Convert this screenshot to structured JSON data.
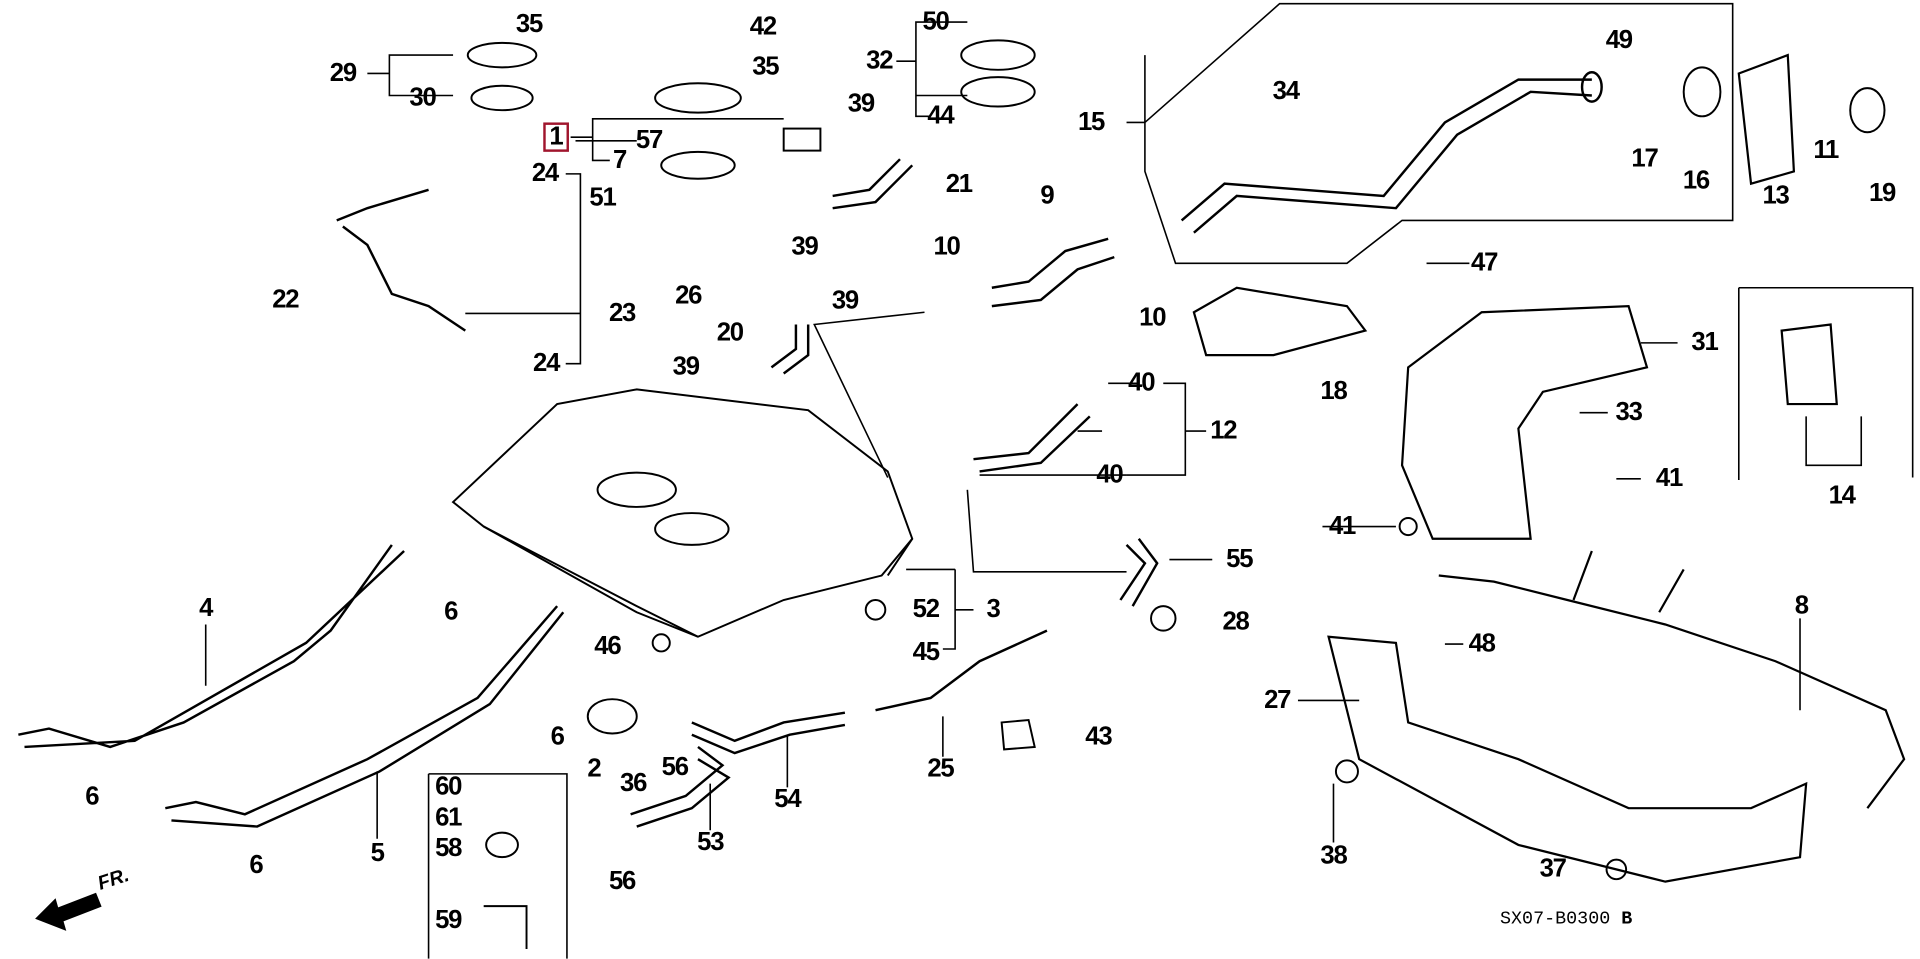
{
  "diagram_code": "SX07-B0300",
  "diagram_revision": "B",
  "front_indicator": "FR.",
  "highlight_color": "#a0152d",
  "callouts": [
    {
      "id": "c35a",
      "text": "35"
    },
    {
      "id": "c42",
      "text": "42"
    },
    {
      "id": "c50",
      "text": "50"
    },
    {
      "id": "c29",
      "text": "29"
    },
    {
      "id": "c35b",
      "text": "35"
    },
    {
      "id": "c32",
      "text": "32"
    },
    {
      "id": "c30",
      "text": "30"
    },
    {
      "id": "c44",
      "text": "44"
    },
    {
      "id": "c1",
      "text": "1",
      "highlighted": true
    },
    {
      "id": "c57",
      "text": "57"
    },
    {
      "id": "c39a",
      "text": "39"
    },
    {
      "id": "c7",
      "text": "7"
    },
    {
      "id": "c24a",
      "text": "24"
    },
    {
      "id": "c21",
      "text": "21"
    },
    {
      "id": "c51",
      "text": "51"
    },
    {
      "id": "c9",
      "text": "9"
    },
    {
      "id": "c15",
      "text": "15"
    },
    {
      "id": "c34",
      "text": "34"
    },
    {
      "id": "c49",
      "text": "49"
    },
    {
      "id": "c17",
      "text": "17"
    },
    {
      "id": "c16",
      "text": "16"
    },
    {
      "id": "c13",
      "text": "13"
    },
    {
      "id": "c11",
      "text": "11"
    },
    {
      "id": "c19",
      "text": "19"
    },
    {
      "id": "c39b",
      "text": "39"
    },
    {
      "id": "c10a",
      "text": "10"
    },
    {
      "id": "c47",
      "text": "47"
    },
    {
      "id": "c26",
      "text": "26"
    },
    {
      "id": "c39c",
      "text": "39"
    },
    {
      "id": "c22",
      "text": "22"
    },
    {
      "id": "c23",
      "text": "23"
    },
    {
      "id": "c10b",
      "text": "10"
    },
    {
      "id": "c20",
      "text": "20"
    },
    {
      "id": "c24b",
      "text": "24"
    },
    {
      "id": "c31",
      "text": "31"
    },
    {
      "id": "c39d",
      "text": "39"
    },
    {
      "id": "c18",
      "text": "18"
    },
    {
      "id": "c40a",
      "text": "40"
    },
    {
      "id": "c12",
      "text": "12"
    },
    {
      "id": "c33",
      "text": "33"
    },
    {
      "id": "c14",
      "text": "14"
    },
    {
      "id": "c40b",
      "text": "40"
    },
    {
      "id": "c41a",
      "text": "41"
    },
    {
      "id": "c41b",
      "text": "41"
    },
    {
      "id": "c55",
      "text": "55"
    },
    {
      "id": "c4",
      "text": "4"
    },
    {
      "id": "c6a",
      "text": "6"
    },
    {
      "id": "c52",
      "text": "52"
    },
    {
      "id": "c3",
      "text": "3"
    },
    {
      "id": "c28",
      "text": "28"
    },
    {
      "id": "c46",
      "text": "46"
    },
    {
      "id": "c45",
      "text": "45"
    },
    {
      "id": "c48",
      "text": "48"
    },
    {
      "id": "c8",
      "text": "8"
    },
    {
      "id": "c27",
      "text": "27"
    },
    {
      "id": "c6b",
      "text": "6"
    },
    {
      "id": "c43",
      "text": "43"
    },
    {
      "id": "c2",
      "text": "2"
    },
    {
      "id": "c36",
      "text": "36"
    },
    {
      "id": "c56a",
      "text": "56"
    },
    {
      "id": "c25",
      "text": "25"
    },
    {
      "id": "c54",
      "text": "54"
    },
    {
      "id": "c6c",
      "text": "6"
    },
    {
      "id": "c60",
      "text": "60"
    },
    {
      "id": "c61",
      "text": "61"
    },
    {
      "id": "c58",
      "text": "58"
    },
    {
      "id": "c53",
      "text": "53"
    },
    {
      "id": "c5",
      "text": "5"
    },
    {
      "id": "c6d",
      "text": "6"
    },
    {
      "id": "c38",
      "text": "38"
    },
    {
      "id": "c37",
      "text": "37"
    },
    {
      "id": "c56b",
      "text": "56"
    },
    {
      "id": "c59",
      "text": "59"
    }
  ]
}
